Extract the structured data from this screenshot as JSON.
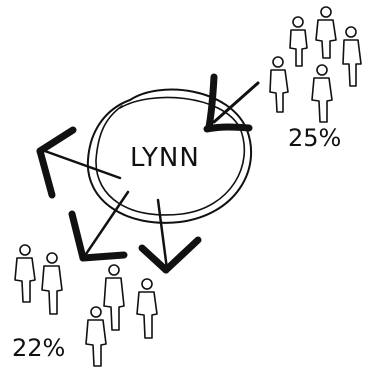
{
  "diagram": {
    "center_label": "LYNN",
    "inflow_label": "25%",
    "outflow_label": "22%"
  }
}
